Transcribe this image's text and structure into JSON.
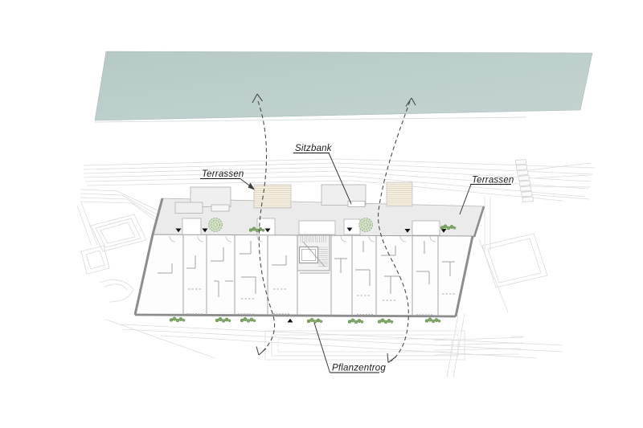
{
  "annotations": [
    {
      "id": "terrace-left",
      "label": "Terrassen"
    },
    {
      "id": "bench",
      "label": "Sitzbank"
    },
    {
      "id": "terrace-right",
      "label": "Terrassen"
    },
    {
      "id": "planter",
      "label": "Pflanzentrog"
    }
  ],
  "colors": {
    "water": "#bdcfcc",
    "water_edge": "#a9bcba",
    "building_band": "#ebebeb",
    "building_room": "#ffffff",
    "wall": "#a3a3a3",
    "outline_heavy": "#8d8d8d",
    "hatch_bg": "#f8f3e9",
    "hatch_line": "#dbcfb5",
    "tree_fill": "#cfe0c3",
    "tree_stroke": "#8aa97a",
    "plant": "#7da464",
    "context_line": "#dcdcdc",
    "label_text": "#1a1a1a",
    "leader": "#3c3c3c",
    "flow_arrow": "#4a4a4a",
    "entry_marker": "#111111"
  }
}
